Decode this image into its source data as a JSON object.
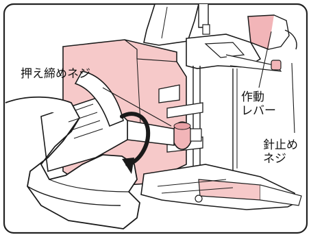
{
  "labels": {
    "tightening_screw": "押え締めネジ",
    "lever_line1": "作動",
    "lever_line2": "レバー",
    "needle_screw_line1": "針止め",
    "needle_screw_line2": "ネジ"
  },
  "colors": {
    "frame": "#222222",
    "pink": "#f6c9c9",
    "pink_dark": "#e8a0a5",
    "ink": "#1a1a1a"
  }
}
